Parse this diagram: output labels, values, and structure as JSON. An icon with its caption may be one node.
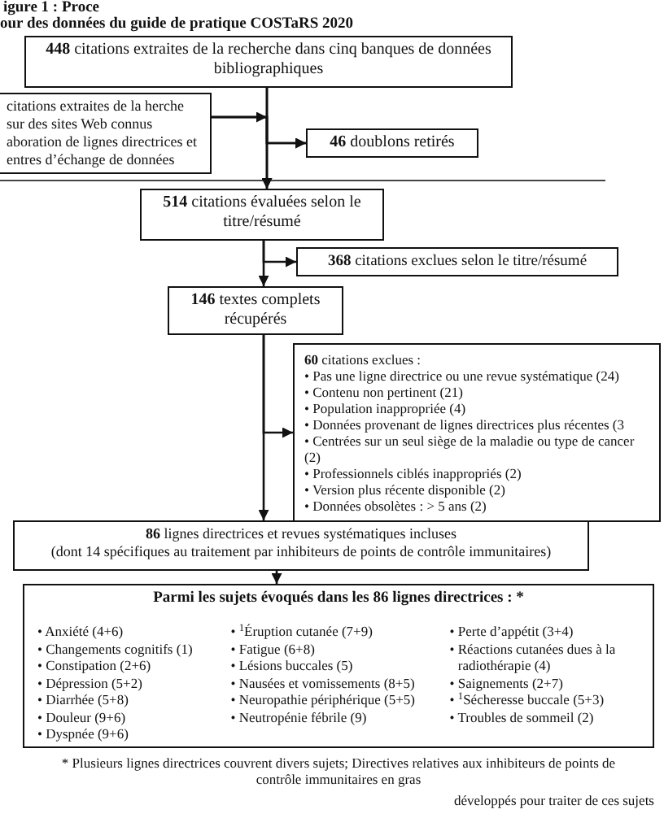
{
  "diagram": {
    "nodes": [
      {
        "text": [
          "**448** citations extraites de la recherche dans cinq banques de données bibliographiques"
        ]
      },
      {
        "text": [
          "citations extraites de la herche sur des sites Web connus aboration de lignes directrices et entres d’échange de données"
        ]
      },
      {
        "text": [
          "**46** doublons retirés"
        ]
      },
      {
        "text": [
          "**514** citations évaluées selon le titre/résumé"
        ]
      },
      {
        "text": [
          "**368** citations exclues selon le titre/résumé"
        ]
      },
      {
        "text": [
          "**146** textes complets récupérés"
        ]
      },
      {
        "text": [
          "**60** citations exclues :",
          "• Pas une ligne directrice ou une revue systématique (24)",
          "• Contenu non pertinent (21)",
          "• Population inappropriée (4)",
          "• Données provenant de lignes directrices plus récentes (3",
          "• Centrées sur un seul siège de la maladie ou type de cancer (2)",
          "• Professionnels ciblés inappropriés (2)",
          "• Version plus récente disponible (2)",
          "• Données obsolètes : > 5 ans (2)"
        ]
      },
      {
        "text": [
          "**86** lignes directrices et revues systématiques incluses",
          "(dont 14 spécifiques au traitement par inhibiteurs de points de contrôle immunitaires)"
        ]
      },
      {
        "text": [
          "Parmi les sujets évoqués dans les 86 lignes directrices : *",
          "• Anxiété (4+6)",
          "• Changements cognitifs (1)",
          "• Constipation (2+6)",
          "• Dépression (5+2)",
          "• Diarrhée (5+8)",
          "• Douleur (9+6)",
          "• Dyspnée (9+6)",
          "• $^{1}$Éruption cutanée (7+9)",
          "• Fatigue (6+8)",
          "• Lésions buccales (5)",
          "• Nausées et vomissements (8+5)",
          "• Neuropathie périphérique (5+5)",
          "• Neutropénie fébrile (9)",
          "• Perte d’appétit (3+4)",
          "• Réactions cutanées dues à la radiothérapie (4)",
          "• Saignements (2+7)",
          "• $^{1}$Sécheresse buccale (5+3)",
          "• Troubles de sommeil (2)"
        ]
      }
    ],
    "edges": [
      {
        "from": 0,
        "to": 3,
        "arrow": "to"
      },
      {
        "from": 0,
        "to": 2,
        "arrow": "to"
      },
      {
        "from": 1,
        "to": 3,
        "arrow": "to"
      },
      {
        "from": 1,
        "to": 2,
        "arrow": "to"
      },
      {
        "from": 3,
        "to": 5,
        "arrow": "to"
      },
      {
        "from": 3,
        "to": 4,
        "arrow": "to"
      },
      {
        "from": 5,
        "to": 7,
        "arrow": "to"
      },
      {
        "from": 5,
        "to": 6,
        "arrow": "to"
      },
      {
        "from": 7,
        "to": 8,
        "arrow": "to"
      }
    ],
    "labels": [
      "igure 1 : Proce",
      "our des données du guide de pratique COSTaRS 2020",
      "* Plusieurs lignes directrices couvrent divers sujets; Directives relatives aux inhibiteurs de points de contrôle immunitaires en gras",
      "développés pour traiter de ces sujets"
    ]
  }
}
